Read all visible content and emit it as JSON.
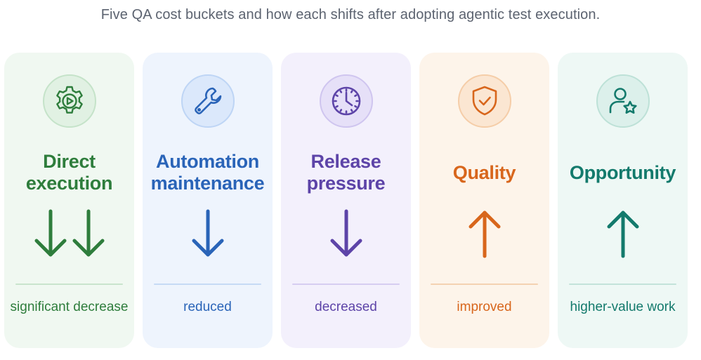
{
  "subtitle": "Five QA cost buckets and how each shifts after adopting agentic test execution.",
  "cards": [
    {
      "title_line1": "Direct",
      "title_line2": "execution",
      "icon": "gear-play-icon",
      "direction": "down-double",
      "outcome": "significant decrease",
      "color": "#2e7d3c"
    },
    {
      "title_line1": "Automation",
      "title_line2": "maintenance",
      "icon": "wrench-icon",
      "direction": "down",
      "outcome": "reduced",
      "color": "#2a64b8"
    },
    {
      "title_line1": "Release",
      "title_line2": "pressure",
      "icon": "clock-icon",
      "direction": "down",
      "outcome": "decreased",
      "color": "#5d44a8"
    },
    {
      "title_line1": "Quality",
      "title_line2": "",
      "icon": "shield-check-icon",
      "direction": "up",
      "outcome": "improved",
      "color": "#d8661c"
    },
    {
      "title_line1": "Opportunity",
      "title_line2": "",
      "icon": "user-star-icon",
      "direction": "up",
      "outcome": "higher-value work",
      "color": "#137a6c"
    }
  ]
}
